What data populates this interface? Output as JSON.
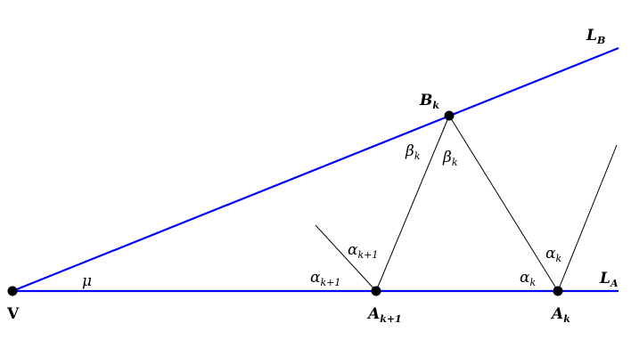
{
  "colors": {
    "line_blue": "#0000ff",
    "line_black": "#000000",
    "point_fill": "#000000",
    "background": "#ffffff"
  },
  "labels": {
    "line_b": {
      "base": "L",
      "sub": "B"
    },
    "line_a": {
      "base": "L",
      "sub": "A"
    },
    "point_v": {
      "base": "V",
      "sub": ""
    },
    "point_bk": {
      "base": "B",
      "sub": "k"
    },
    "point_ak": {
      "base": "A",
      "sub": "k"
    },
    "point_ak1": {
      "base": "A",
      "sub": "k+1"
    },
    "angle_mu": {
      "base": "μ",
      "sub": ""
    },
    "beta_left": {
      "base": "β",
      "sub": "k"
    },
    "beta_right": {
      "base": "β",
      "sub": "k"
    },
    "alpha_k1_top": {
      "base": "α",
      "sub": "k+1"
    },
    "alpha_k1_base": {
      "base": "α",
      "sub": "k+1"
    },
    "alpha_k_top": {
      "base": "α",
      "sub": "k"
    },
    "alpha_k_base": {
      "base": "α",
      "sub": "k"
    }
  }
}
